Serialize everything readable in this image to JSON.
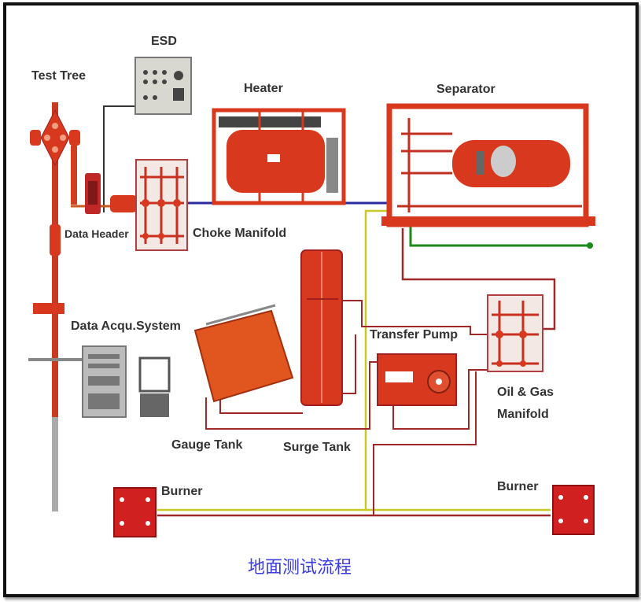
{
  "diagram": {
    "title": "地面测试流程",
    "labels": {
      "test_tree": "Test Tree",
      "esd": "ESD",
      "heater": "Heater",
      "separator": "Separator",
      "data_header": "Data Header",
      "choke_manifold": "Choke Manifold",
      "data_acqu_system": "Data Acqu.System",
      "transfer_pump": "Transfer Pump",
      "oil_gas_manifold_line1": "Oil & Gas",
      "oil_gas_manifold_line2": "Manifold",
      "gauge_tank": "Gauge Tank",
      "surge_tank": "Surge Tank",
      "burner_left": "Burner",
      "burner_right": "Burner"
    },
    "colors": {
      "equipment": "#d8381e",
      "pipe": "#a02828",
      "gas_line": "#c8c828",
      "flow_line": "#2a2aa0",
      "oil_line": "#1a8a1a",
      "title": "#3c3ce0"
    }
  }
}
